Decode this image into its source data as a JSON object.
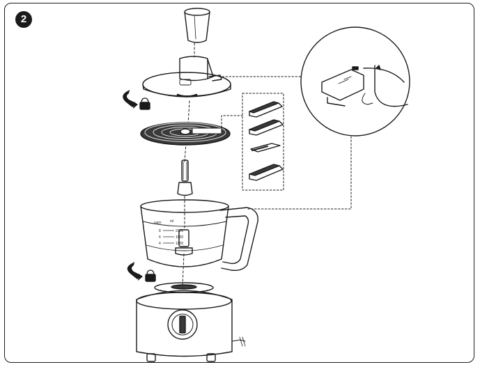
{
  "step": {
    "number": "2"
  },
  "bowl_scale": {
    "header_cups": "cups",
    "header_ml": "ml",
    "ml_marks": [
      "2000",
      "1500",
      "1000"
    ],
    "cup_marks": [
      "8",
      "6",
      "4"
    ]
  },
  "colors": {
    "ink": "#1a1a1a",
    "grey": "#9a9a9a",
    "fill_dark": "#3a3a3a"
  }
}
